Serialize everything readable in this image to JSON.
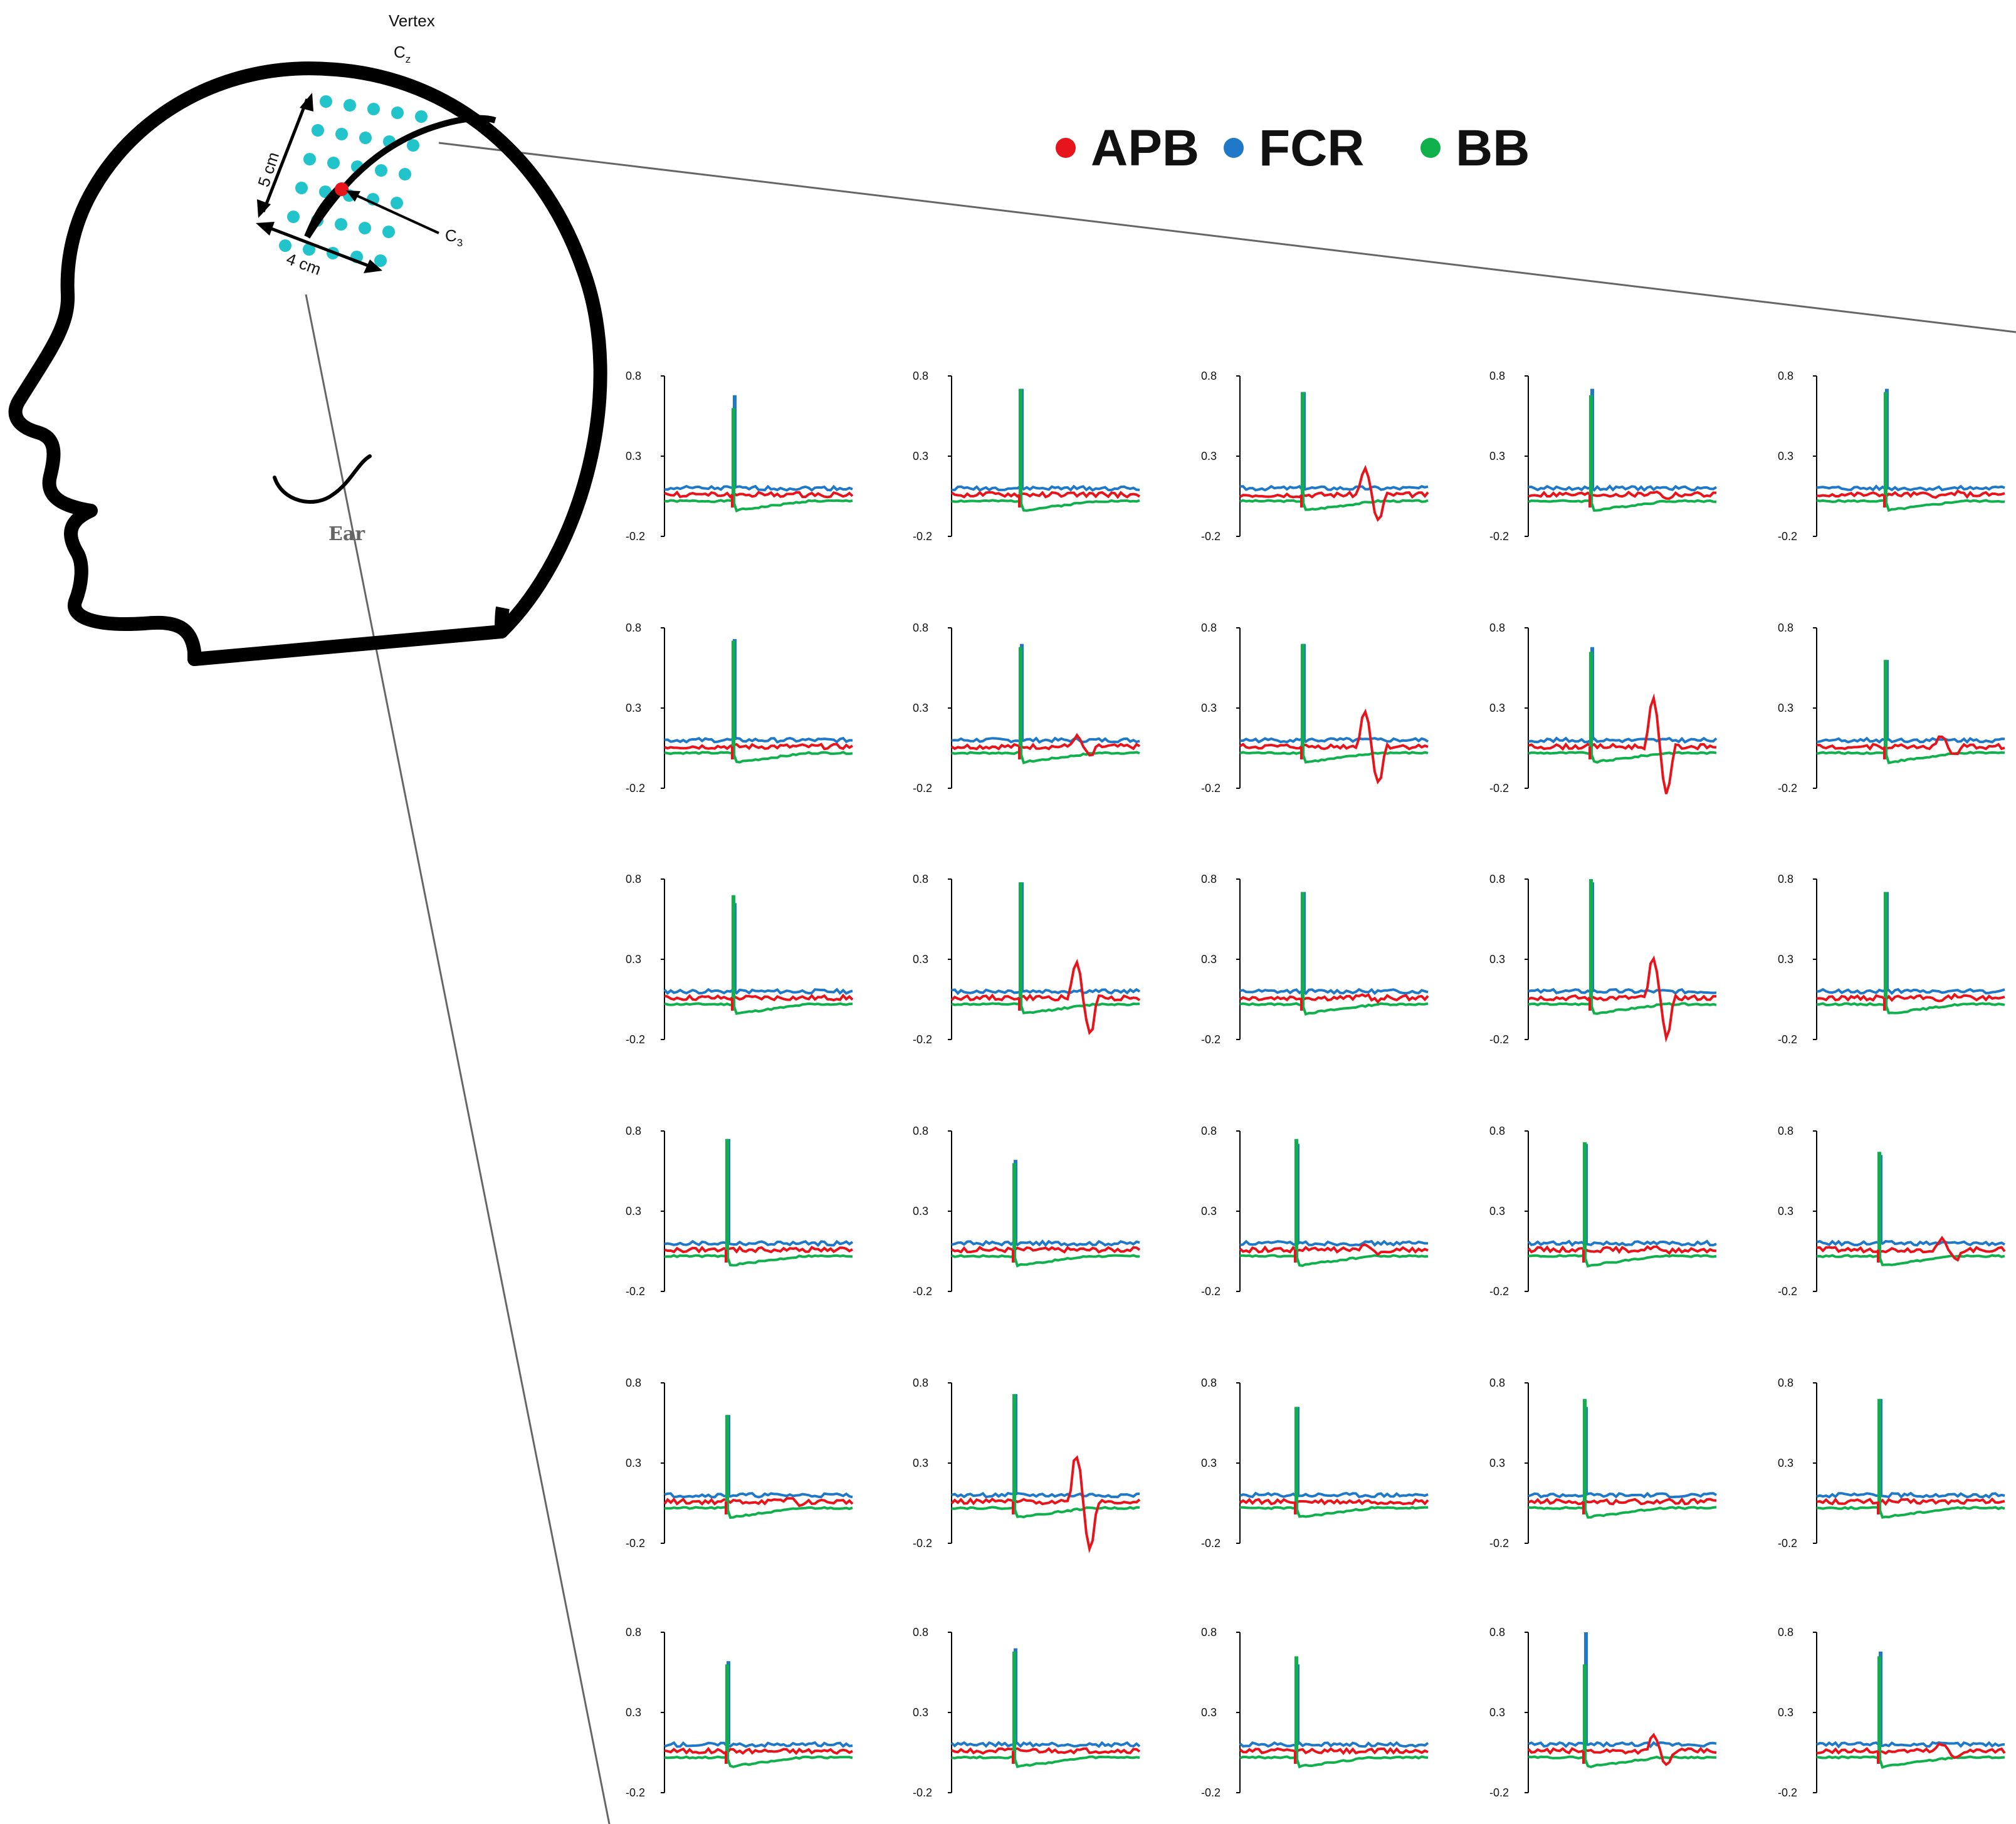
{
  "colors": {
    "APB": "#e8141c",
    "FCR": "#1f78c8",
    "BB": "#10b04c",
    "electrode": "#22c4cc"
  },
  "legend": [
    {
      "label": "APB",
      "color": "#e8141c"
    },
    {
      "label": "FCR",
      "color": "#1f78c8"
    },
    {
      "label": "BB",
      "color": "#10b04c"
    }
  ],
  "head": {
    "vertex_label": "Vertex",
    "cz_label": "C",
    "cz_sub": "z",
    "c3_label": "C",
    "c3_sub": "3",
    "dim_vertical": "5 cm",
    "dim_horizontal": "4 cm",
    "ear_label": "Ear",
    "icons": [
      "head-outline-icon",
      "ear-icon",
      "electrode-dot-icon"
    ]
  },
  "grid": {
    "rows": 6,
    "cols": 5,
    "y_ticks": [
      "0.8",
      "0.3",
      "-0.2"
    ],
    "y_range": [
      -0.2,
      0.8
    ]
  },
  "chart_data": {
    "type": "line",
    "rows": 6,
    "cols": 5,
    "ylim": [
      -0.2,
      0.8
    ],
    "yticks": [
      -0.2,
      0.3,
      0.8
    ],
    "series_names": [
      "APB",
      "FCR",
      "BB"
    ],
    "panels": [
      {
        "r": 0,
        "c": 0,
        "peakBB": 0.6,
        "peakFCR": 0.68,
        "peakAPB": 0.0,
        "latAPB": 0.0
      },
      {
        "r": 0,
        "c": 1,
        "peakBB": 0.72,
        "peakFCR": 0.72,
        "peakAPB": 0.05,
        "latAPB": 0.0
      },
      {
        "r": 0,
        "c": 2,
        "peakBB": 0.7,
        "peakFCR": 0.7,
        "peakAPB": 0.22,
        "latAPB": 0.5
      },
      {
        "r": 0,
        "c": 3,
        "peakBB": 0.68,
        "peakFCR": 0.72,
        "peakAPB": 0.08,
        "latAPB": 0.3
      },
      {
        "r": 0,
        "c": 4,
        "peakBB": 0.7,
        "peakFCR": 0.72,
        "peakAPB": 0.05,
        "latAPB": 0.3
      },
      {
        "r": 1,
        "c": 0,
        "peakBB": 0.72,
        "peakFCR": 0.73,
        "peakAPB": 0.05,
        "latAPB": 0.0
      },
      {
        "r": 1,
        "c": 1,
        "peakBB": 0.68,
        "peakFCR": 0.7,
        "peakAPB": 0.12,
        "latAPB": 0.5
      },
      {
        "r": 1,
        "c": 2,
        "peakBB": 0.7,
        "peakFCR": 0.7,
        "peakAPB": 0.28,
        "latAPB": 0.6
      },
      {
        "r": 1,
        "c": 3,
        "peakBB": 0.65,
        "peakFCR": 0.68,
        "peakAPB": 0.35,
        "latAPB": 0.6
      },
      {
        "r": 1,
        "c": 4,
        "peakBB": 0.6,
        "peakFCR": 0.6,
        "peakAPB": 0.12,
        "latAPB": 0.5
      },
      {
        "r": 2,
        "c": 0,
        "peakBB": 0.7,
        "peakFCR": 0.65,
        "peakAPB": 0.12,
        "latAPB": 0.0
      },
      {
        "r": 2,
        "c": 1,
        "peakBB": 0.78,
        "peakFCR": 0.78,
        "peakAPB": 0.28,
        "latAPB": 0.6
      },
      {
        "r": 2,
        "c": 2,
        "peakBB": 0.72,
        "peakFCR": 0.72,
        "peakAPB": 0.08,
        "latAPB": 0.5
      },
      {
        "r": 2,
        "c": 3,
        "peakBB": 0.8,
        "peakFCR": 0.78,
        "peakAPB": 0.3,
        "latAPB": 0.6
      },
      {
        "r": 2,
        "c": 4,
        "peakBB": 0.72,
        "peakFCR": 0.72,
        "peakAPB": 0.05,
        "latAPB": 0.3
      },
      {
        "r": 3,
        "c": 0,
        "peakBB": 0.75,
        "peakFCR": 0.75,
        "peakAPB": 0.05,
        "latAPB": 0.0
      },
      {
        "r": 3,
        "c": 1,
        "peakBB": 0.6,
        "peakFCR": 0.62,
        "peakAPB": 0.05,
        "latAPB": 0.0
      },
      {
        "r": 3,
        "c": 2,
        "peakBB": 0.75,
        "peakFCR": 0.72,
        "peakAPB": 0.08,
        "latAPB": 0.5
      },
      {
        "r": 3,
        "c": 3,
        "peakBB": 0.73,
        "peakFCR": 0.72,
        "peakAPB": 0.08,
        "latAPB": 0.4
      },
      {
        "r": 3,
        "c": 4,
        "peakBB": 0.67,
        "peakFCR": 0.65,
        "peakAPB": 0.12,
        "latAPB": 0.5
      },
      {
        "r": 4,
        "c": 0,
        "peakBB": 0.6,
        "peakFCR": 0.6,
        "peakAPB": 0.08,
        "latAPB": 0.3
      },
      {
        "r": 4,
        "c": 1,
        "peakBB": 0.73,
        "peakFCR": 0.73,
        "peakAPB": 0.35,
        "latAPB": 0.6
      },
      {
        "r": 4,
        "c": 2,
        "peakBB": 0.65,
        "peakFCR": 0.65,
        "peakAPB": 0.05,
        "latAPB": 0.0
      },
      {
        "r": 4,
        "c": 3,
        "peakBB": 0.7,
        "peakFCR": 0.65,
        "peakAPB": 0.05,
        "latAPB": 0.0
      },
      {
        "r": 4,
        "c": 4,
        "peakBB": 0.7,
        "peakFCR": 0.7,
        "peakAPB": 0.05,
        "latAPB": 0.0
      },
      {
        "r": 5,
        "c": 0,
        "peakBB": 0.6,
        "peakFCR": 0.62,
        "peakAPB": 0.05,
        "latAPB": 0.0
      },
      {
        "r": 5,
        "c": 1,
        "peakBB": 0.68,
        "peakFCR": 0.7,
        "peakAPB": 0.05,
        "latAPB": 0.0
      },
      {
        "r": 5,
        "c": 2,
        "peakBB": 0.65,
        "peakFCR": 0.6,
        "peakAPB": 0.05,
        "latAPB": 0.0
      },
      {
        "r": 5,
        "c": 3,
        "peakBB": 0.6,
        "peakFCR": 0.8,
        "peakAPB": 0.15,
        "latAPB": 0.5
      },
      {
        "r": 5,
        "c": 4,
        "peakBB": 0.65,
        "peakFCR": 0.68,
        "peakAPB": 0.1,
        "latAPB": 0.5
      }
    ]
  }
}
